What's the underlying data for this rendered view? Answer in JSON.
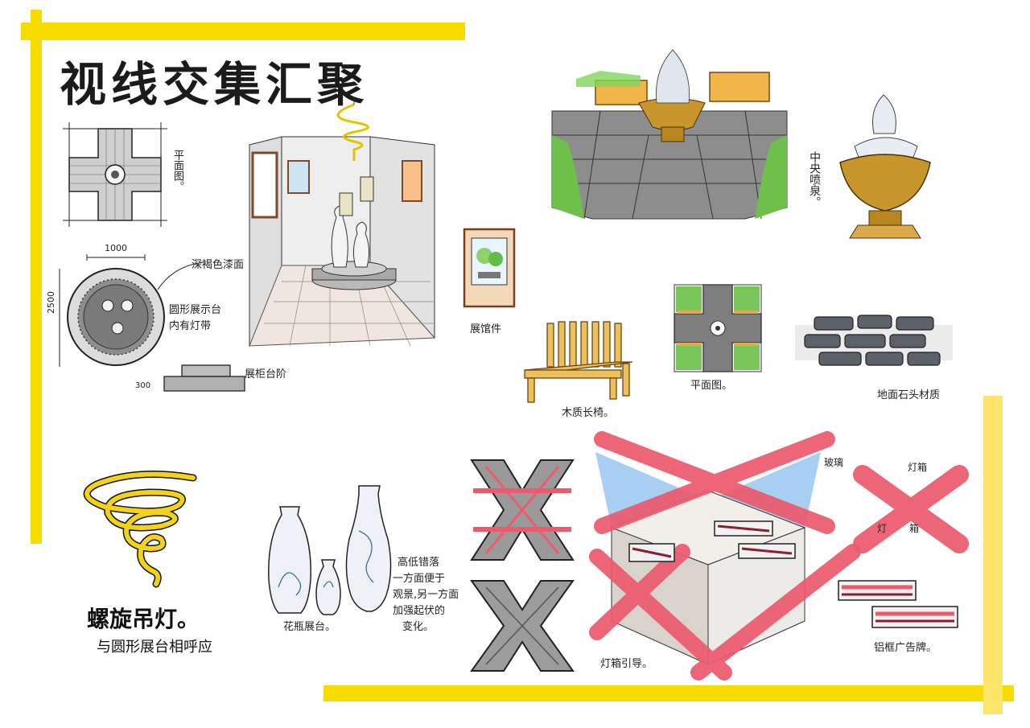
{
  "page": {
    "title": "视线交集汇聚",
    "accent_yellow": "#f7dc00",
    "accent_red": "#ec5a6d",
    "accent_blue": "#9fc9ef",
    "accent_wood": "#e8b84a"
  },
  "labels": {
    "plan_top": "平面图。",
    "dim_1000": "1000",
    "dim_2500": "2500",
    "dark_paint": "深褐色漆面",
    "round_display_1": "圆形展示台",
    "round_display_2": "内有灯带",
    "dim_300": "300",
    "display_steps": "展柜台阶",
    "exhibit_piece": "展馆件",
    "central_fountain": "中央喷泉。",
    "wood_bench": "木质长椅。",
    "plan_mid": "平面图。",
    "ground_stone": "地面石头材质",
    "spiral_lamp": "螺旋吊灯。",
    "echo_round": "与圆形展台相呼应",
    "vase_display": "花瓶展台。",
    "vase_note_1": "高低错落",
    "vase_note_2": "一方面便于",
    "vase_note_3": "观景,另一方面",
    "vase_note_4": "加强起伏的",
    "vase_note_5": "变化。",
    "light_box": "灯箱引导。",
    "glass": "玻璃",
    "light_box_top": "灯箱",
    "lamp_char_1": "灯",
    "lamp_char_2": "箱",
    "aluminum_billboard": "铝框广告牌。"
  },
  "icons": {
    "spiral": "spiral-lamp-icon",
    "fountain": "fountain-icon",
    "bench": "bench-icon",
    "vase": "vase-icon"
  }
}
